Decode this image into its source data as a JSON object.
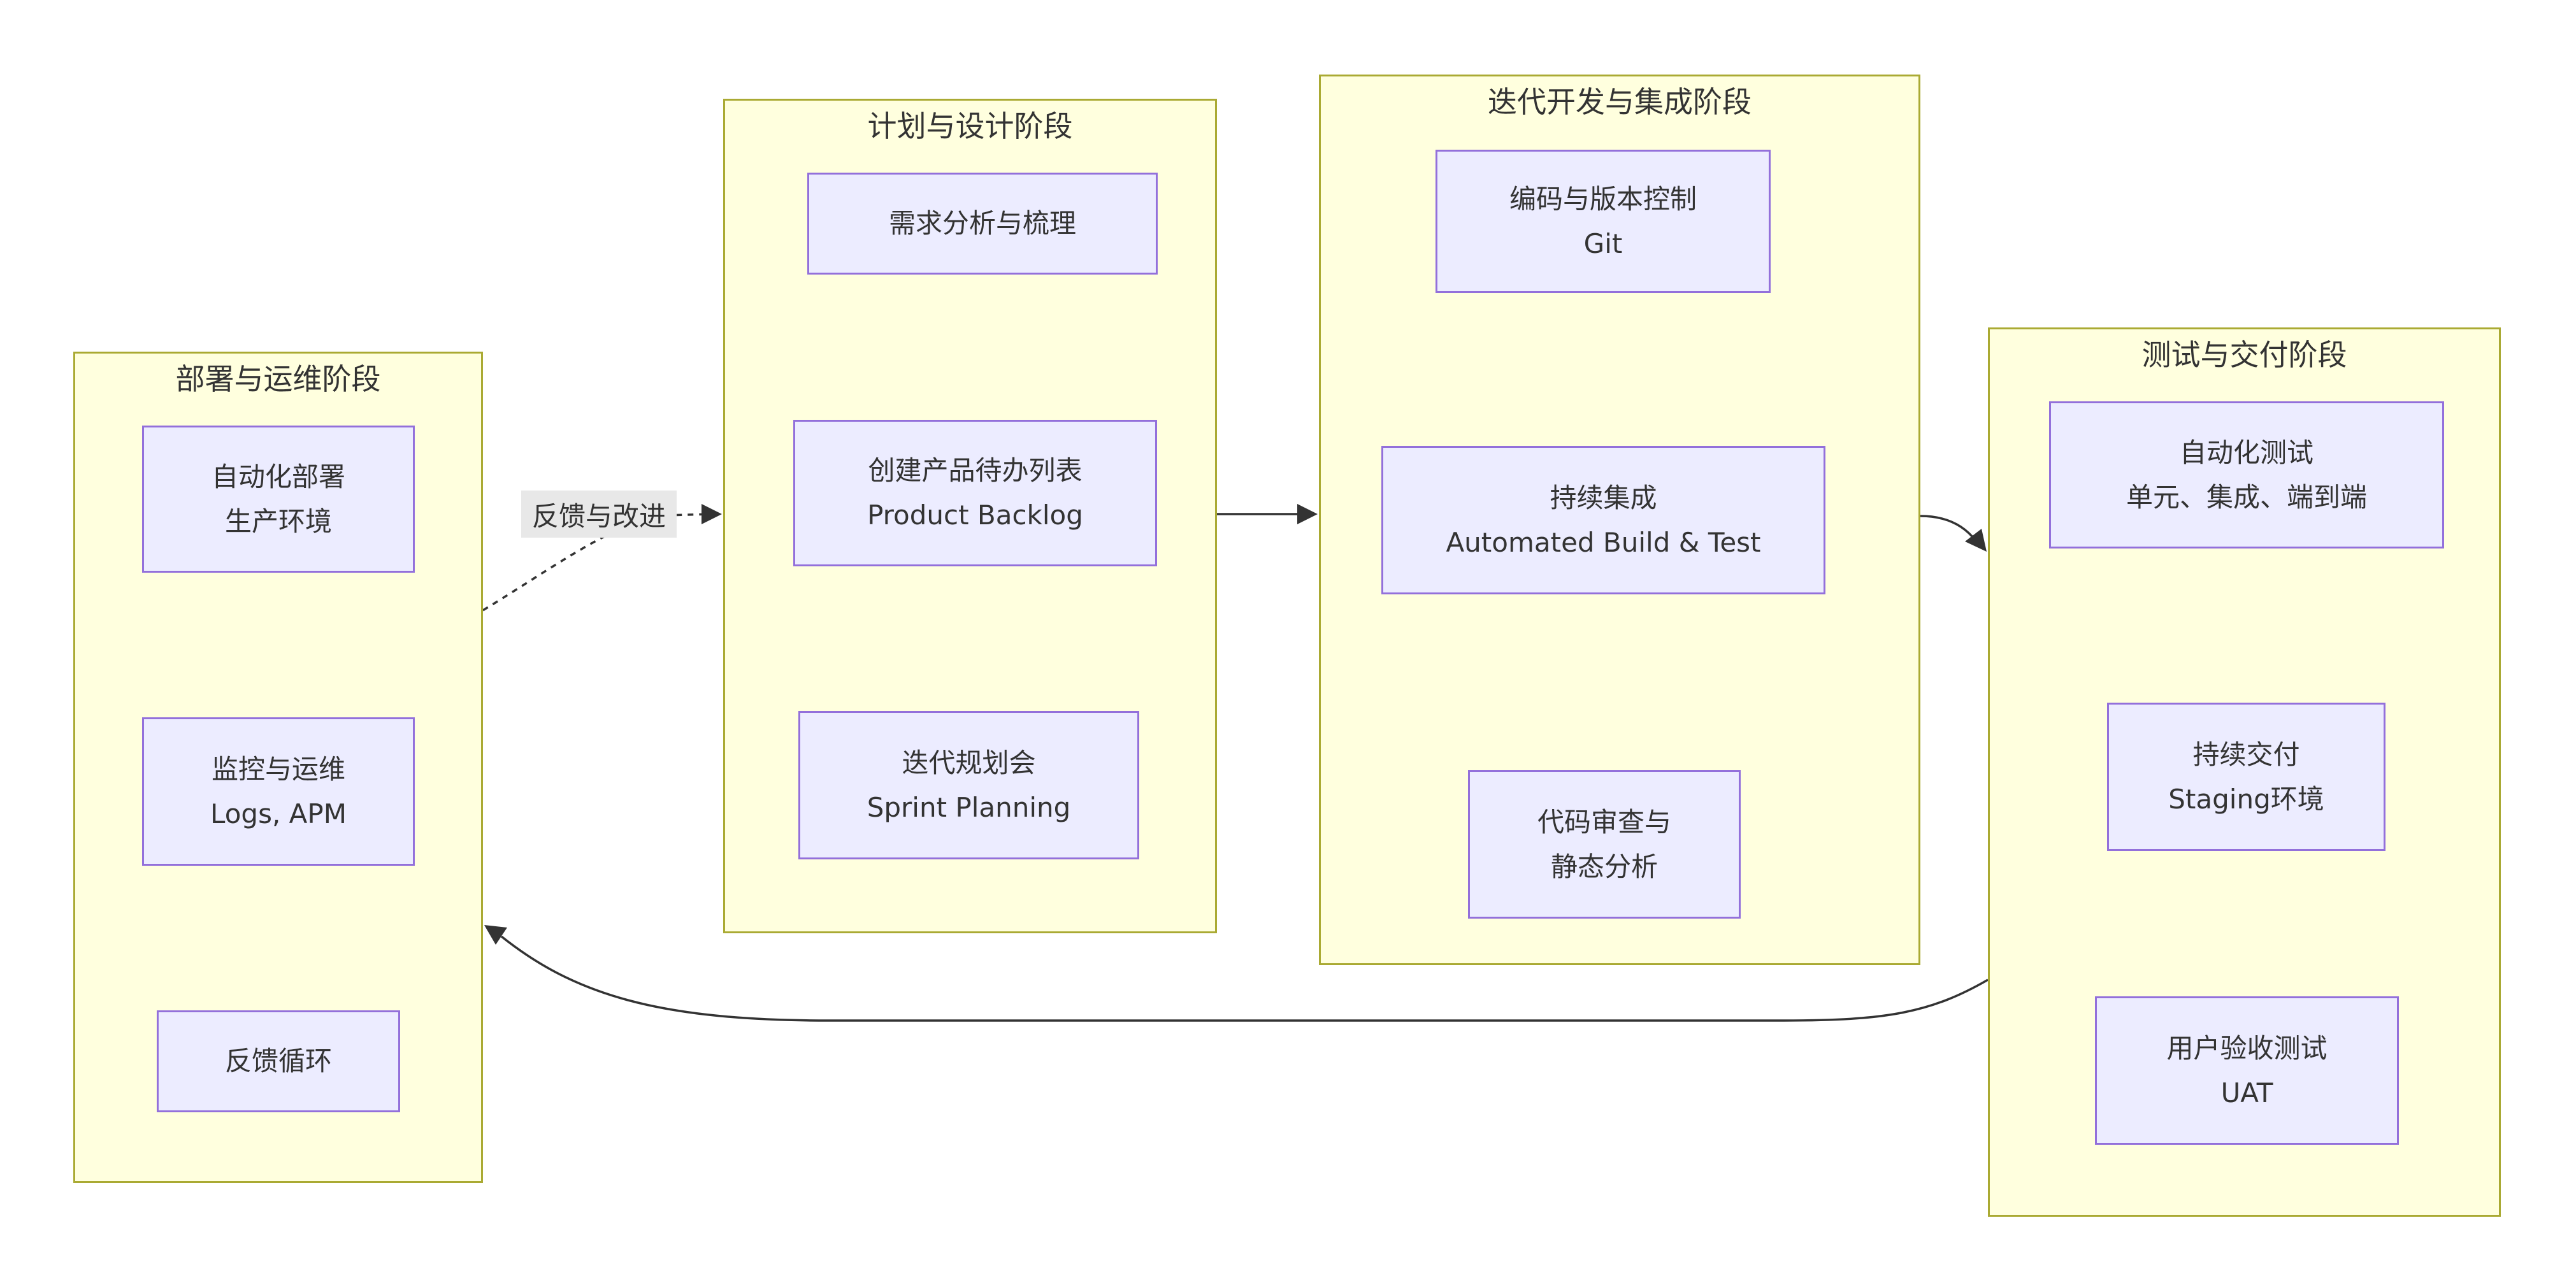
{
  "diagram": {
    "type": "flowchart",
    "edge_label": "反馈与改进",
    "stages": [
      {
        "title": "部署与运维阶段",
        "nodes": [
          {
            "line1": "自动化部署",
            "line2": "生产环境"
          },
          {
            "line1": "监控与运维",
            "line2": "Logs, APM"
          },
          {
            "line1": "反馈循环"
          }
        ]
      },
      {
        "title": "计划与设计阶段",
        "nodes": [
          {
            "line1": "需求分析与梳理"
          },
          {
            "line1": "创建产品待办列表",
            "line2": "Product Backlog"
          },
          {
            "line1": "迭代规划会",
            "line2": "Sprint Planning"
          }
        ]
      },
      {
        "title": "迭代开发与集成阶段",
        "nodes": [
          {
            "line1": "编码与版本控制",
            "line2": "Git"
          },
          {
            "line1": "持续集成",
            "line2": "Automated Build & Test"
          },
          {
            "line1": "代码审查与",
            "line2": "静态分析"
          }
        ]
      },
      {
        "title": "测试与交付阶段",
        "nodes": [
          {
            "line1": "自动化测试",
            "line2": "单元、集成、端到端"
          },
          {
            "line1": "持续交付",
            "line2": "Staging环境"
          },
          {
            "line1": "用户验收测试",
            "line2": "UAT"
          }
        ]
      }
    ],
    "colors": {
      "stage_fill": "#ffffde",
      "stage_border": "#aaaa33",
      "node_fill": "#ececff",
      "node_border": "#9370db",
      "edge": "#333333",
      "edge_label_bg": "#e8e8e8",
      "text": "#333333"
    }
  }
}
